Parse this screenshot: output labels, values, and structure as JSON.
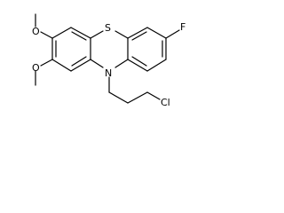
{
  "molecule": {
    "atoms": {
      "sulfur": "S",
      "nitrogen": "N",
      "fluorine": "F",
      "chlorine": "Cl",
      "oxygen_upper": "O",
      "oxygen_lower": "O"
    }
  },
  "colors": {
    "bond": "#000000",
    "background": "#ffffff",
    "text": "#000000"
  }
}
